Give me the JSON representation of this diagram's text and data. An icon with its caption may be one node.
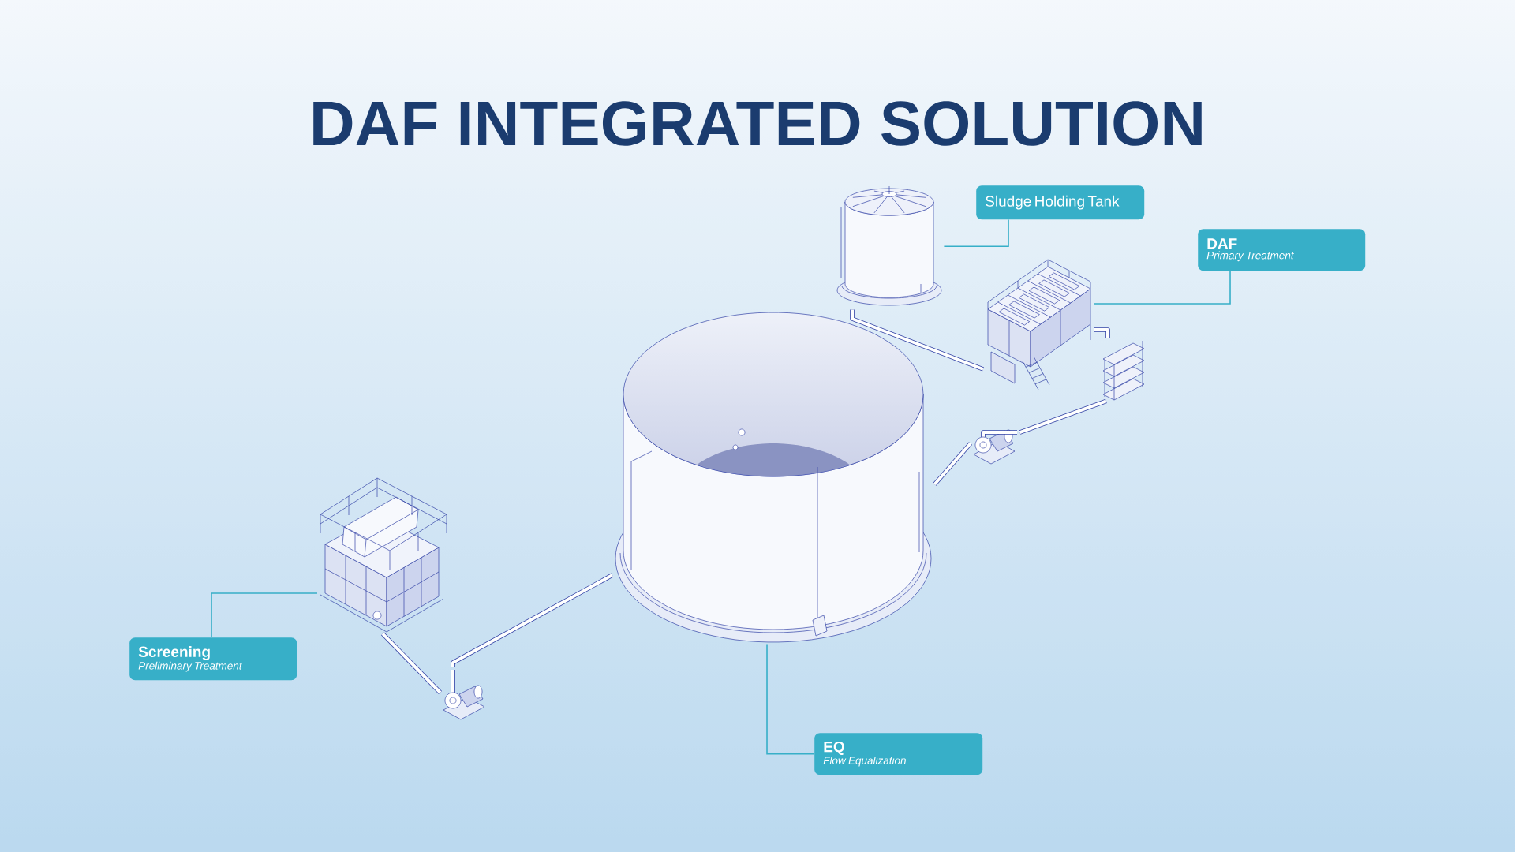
{
  "diagram": {
    "title": "DAF INTEGRATED SOLUTION",
    "nodes": [
      {
        "text": [
          "Sludge Holding Tank"
        ]
      },
      {
        "text": [
          "DAF",
          "Primary Treatment"
        ]
      },
      {
        "text": [
          "Screening",
          "Preliminary Treatment"
        ]
      },
      {
        "text": [
          "EQ",
          "Flow Equalization"
        ]
      },
      {
        "text": [],
        "shape": "cylinder"
      },
      {
        "text": [],
        "shape": "picture"
      },
      {
        "text": [],
        "shape": "picture"
      },
      {
        "text": [],
        "shape": "cylinder"
      },
      {
        "text": [],
        "shape": "picture"
      },
      {
        "text": [],
        "shape": "picture"
      },
      {
        "text": [],
        "shape": "picture"
      }
    ],
    "edges": [
      {
        "from": 0,
        "to": 4,
        "arrow": "none",
        "color": "#37afc8"
      },
      {
        "from": 1,
        "to": 5,
        "arrow": "none",
        "color": "#37afc8"
      },
      {
        "from": 2,
        "to": 6,
        "arrow": "none",
        "color": "#37afc8"
      },
      {
        "from": 3,
        "to": 7,
        "arrow": "none",
        "color": "#37afc8"
      },
      {
        "from": 6,
        "to": 8,
        "arrow": "none"
      },
      {
        "from": 8,
        "to": 7,
        "arrow": "none"
      },
      {
        "from": 7,
        "to": 9,
        "arrow": "none"
      },
      {
        "from": 9,
        "to": 10,
        "arrow": "none"
      },
      {
        "from": 10,
        "to": 5,
        "arrow": "none"
      },
      {
        "from": 5,
        "to": 4,
        "arrow": "none"
      }
    ]
  }
}
